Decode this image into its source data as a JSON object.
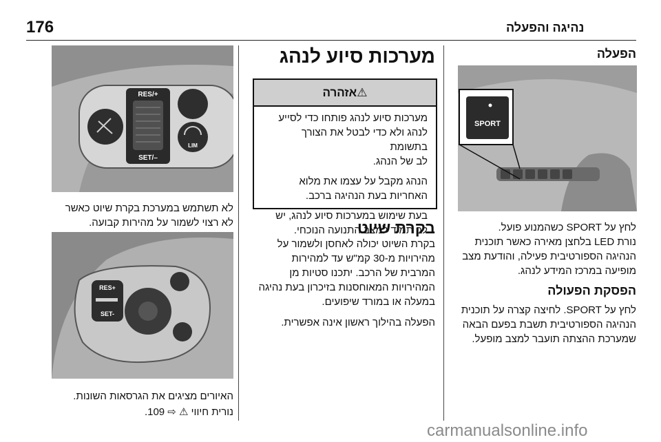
{
  "header": {
    "page_number": "176",
    "chapter_title": "נהיגה והפעלה"
  },
  "right_col": {
    "heading": "הפעלה",
    "image_label": "SPORT",
    "p1": [
      "לחץ על SPORT כשהמנוע פועל.",
      "נורת LED בלחצן מאירה כאשר תוכנית",
      "הנהיגה הספורטיבית פעילה, והודעת מצב",
      "מופיעה במרכז המידע לנהג."
    ],
    "subheading": "הפסקת הפעולה",
    "p2": [
      "לחץ על SPORT. לחיצה קצרה על תוכנית",
      "הנהיגה הספורטיבית תשבת בפעם הבאה",
      "שמערכת ההצתה תועבר למצב מופעל."
    ]
  },
  "middle_col": {
    "heading": "מערכות סיוע לנהג",
    "warning": {
      "title": "אזהרה",
      "p1": [
        "מערכות סיוע לנהג פותחו כדי לסייע",
        "לנהג ולא כדי לבטל את הצורך בתשומת",
        "לב של הנהג."
      ],
      "p2": [
        "הנהג מקבל על עצמו את מלוא",
        "האחריות בעת הנהיגה ברכב."
      ],
      "p3": [
        "בעת שימוש במערכות סיוע לנהג, יש",
        "לב תמיד למצב התנועה הנוכחי."
      ]
    },
    "subheading": "בקרת שיוט",
    "p1": [
      "בקרת השיוט יכולה לאחסן ולשמור על",
      "מהירויות מ-30 קמ\"ש עד למהירות",
      "המרבית של הרכב. יתכנו סטיות מן",
      "המהירויות המאוחסנות בזיכרון בעת נהיגה",
      "במעלה או במורד שיפועים."
    ],
    "p2": [
      "הפעלה בהילוך ראשון אינה אפשרית."
    ]
  },
  "left_col": {
    "caption1": [
      "לא תשתמש במערכת בקרת שיוט כאשר",
      "לא רצוי לשמור על מהירות קבועה."
    ],
    "caption2": [
      "האיורים מציגים את הגרסאות השונות."
    ],
    "caption3": "נורית חיווי ⚠ ⇨ 109.",
    "image1_labels": {
      "res": "RES/+",
      "set": "SET/–",
      "lim": "LIM"
    },
    "image2_labels": {
      "res": "RES+",
      "set": "SET-"
    }
  },
  "watermark": "carmanualsonline.info",
  "colors": {
    "text": "#111111",
    "warning_header": "#cfcfcf",
    "image_bg": "#b5b5b5",
    "watermark": "#8a8a8a"
  }
}
